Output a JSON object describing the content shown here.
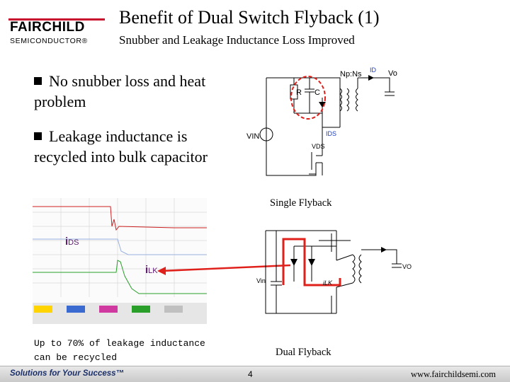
{
  "logo": {
    "word": "FAIRCHILD",
    "sub": "SEMICONDUCTOR®"
  },
  "slide": {
    "title": "Benefit of Dual Switch Flyback (1)",
    "subtitle": "Snubber and Leakage Inductance Loss Improved"
  },
  "bullets": [
    "No snubber loss and heat problem",
    "Leakage inductance is recycled into bulk capacitor"
  ],
  "single_flyback": {
    "caption": "Single Flyback",
    "labels": {
      "ratio": "Np:Ns",
      "id": "ID",
      "vo": "Vo",
      "r": "R",
      "c": "C",
      "vin": "VIN",
      "ids": "IDS",
      "vds": "VDS"
    }
  },
  "dual_flyback": {
    "caption": "Dual Flyback",
    "labels": {
      "vin": "Vin",
      "ilk": "iLK",
      "vo": "VO"
    }
  },
  "scope": {
    "ids_main": "i",
    "ids_sub": "DS",
    "ilk_main": "i",
    "ilk_sub": "LK"
  },
  "note": "Up to 70% of leakage inductance can be recycled",
  "footer": {
    "slogan": "Solutions for Your Success™",
    "page": "4",
    "url": "www.fairchildsemi.com"
  },
  "colors": {
    "brand_red": "#c8102e",
    "highlight_red": "#e0201a",
    "blue_label": "#1a3cc8",
    "scope_green": "#2aa02a"
  }
}
